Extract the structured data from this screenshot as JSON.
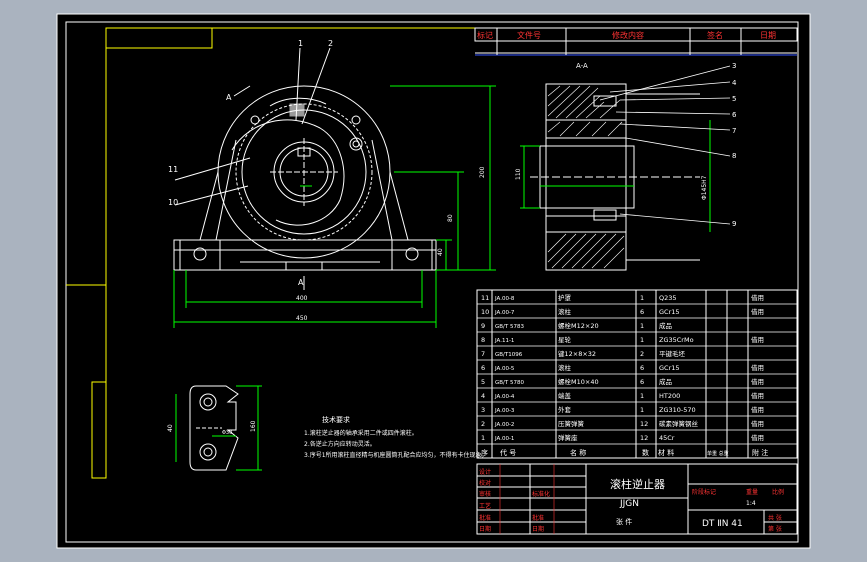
{
  "colors": {
    "frame_outer": "#aab3bf",
    "sheet": "#000000",
    "border": "#ffffff",
    "title_line": "#ffffff",
    "drawing": "#ffffff",
    "dimension": "#00ff00",
    "yellow": "#ffff00",
    "red": "#ff3333",
    "magenta": "#ff55ff",
    "cyan": "#00e5ff",
    "blue": "#3355ff"
  },
  "revision_block": {
    "headers": [
      "标记",
      "文件号",
      "修改内容",
      "签名",
      "日期"
    ]
  },
  "section_label": "A-A",
  "view_label": "A",
  "callouts_front": [
    "1",
    "2",
    "11",
    "10"
  ],
  "callouts_section": [
    "3",
    "4",
    "5",
    "6",
    "7",
    "8",
    "9"
  ],
  "front_dims": {
    "height_total": "200",
    "height_mid": "80",
    "height_base": "40",
    "width_inner": "400",
    "width_outer": "450"
  },
  "section_dims": {
    "bore": "110",
    "outer": "Φ145H7"
  },
  "slot_dims": {
    "left": "40",
    "right": "160",
    "inner": "Φ30"
  },
  "tech_notes": {
    "title": "技术要求",
    "lines": [
      "1.滚柱逆止器的轴承采用二件或四件滚柱。",
      "2.各逆止方向应转动灵活。",
      "3.序号1所用滚柱直径精与机座圆筒孔配合应均匀，不得有卡住现象。"
    ]
  },
  "bom": {
    "rows": [
      {
        "no": "11",
        "code": "JA.00-8",
        "name": "护罩",
        "qty": "1",
        "material": "Q235",
        "mass1": "",
        "mass2": "",
        "note": "借用"
      },
      {
        "no": "10",
        "code": "JA.00-7",
        "name": "滚柱",
        "qty": "6",
        "material": "GCr15",
        "mass1": "",
        "mass2": "",
        "note": "借用"
      },
      {
        "no": "9",
        "code": "GB/T 5783",
        "name": "螺栓M12×20",
        "qty": "1",
        "material": "成品",
        "mass1": "",
        "mass2": "",
        "note": ""
      },
      {
        "no": "8",
        "code": "JA.11-1",
        "name": "星轮",
        "qty": "1",
        "material": "ZG35CrMo",
        "mass1": "",
        "mass2": "",
        "note": "借用"
      },
      {
        "no": "7",
        "code": "GB/T1096",
        "name": "键12×8×32",
        "qty": "2",
        "material": "平键毛坯",
        "mass1": "",
        "mass2": "",
        "note": ""
      },
      {
        "no": "6",
        "code": "JA.00-5",
        "name": "滚柱",
        "qty": "6",
        "material": "GCr15",
        "mass1": "",
        "mass2": "",
        "note": "借用"
      },
      {
        "no": "5",
        "code": "GB/T 5780",
        "name": "螺栓M10×40",
        "qty": "6",
        "material": "成品",
        "mass1": "",
        "mass2": "",
        "note": "借用"
      },
      {
        "no": "4",
        "code": "JA.00-4",
        "name": "端盖",
        "qty": "1",
        "material": "HT200",
        "mass1": "",
        "mass2": "",
        "note": "借用"
      },
      {
        "no": "3",
        "code": "JA.00-3",
        "name": "外套",
        "qty": "1",
        "material": "ZG310-570",
        "mass1": "",
        "mass2": "",
        "note": "借用"
      },
      {
        "no": "2",
        "code": "JA.00-2",
        "name": "压簧弹簧",
        "qty": "12",
        "material": "碳素弹簧钢丝",
        "mass1": "",
        "mass2": "",
        "note": "借用"
      },
      {
        "no": "1",
        "code": "JA.00-1",
        "name": "弹簧座",
        "qty": "12",
        "material": "45Cr",
        "mass1": "",
        "mass2": "",
        "note": "借用"
      }
    ],
    "header": {
      "no": "序",
      "code": "代   号",
      "name": "名    称",
      "qty": "数",
      "material": "材    料",
      "mass": "单重 总重",
      "note": "附    注"
    }
  },
  "title_block": {
    "product_name": "滚柱逆止器",
    "model": "JJGN",
    "count_label": "张 件",
    "stage_label": "阶段标记",
    "weight_label": "重量",
    "scale_label": "比例",
    "scale_value": "1:4",
    "sheet_label": "共 张",
    "sheet_label2": "第 张",
    "drawing_no": "DT ⅡN 41",
    "left_roles": [
      "设计",
      "校对",
      "审核",
      "工艺",
      "批准",
      "日期"
    ],
    "mid_roles": [
      "标准化",
      "批准",
      "日期"
    ]
  }
}
